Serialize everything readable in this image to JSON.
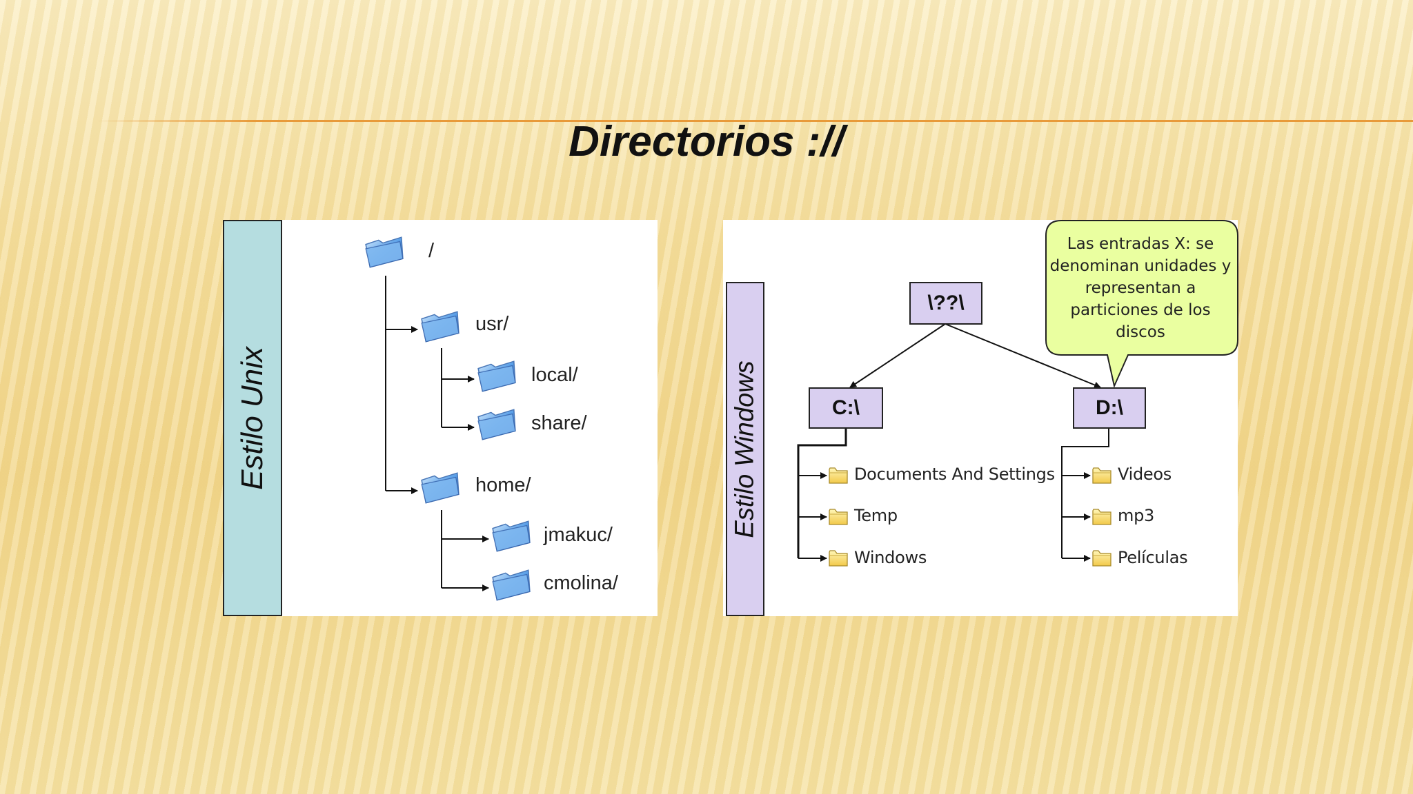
{
  "slide": {
    "title": "Directorios ://"
  },
  "unix": {
    "label": "Estilo Unix",
    "tree": [
      {
        "name": "/"
      },
      {
        "name": "usr/"
      },
      {
        "name": "local/"
      },
      {
        "name": "share/"
      },
      {
        "name": "home/"
      },
      {
        "name": "jmakuc/"
      },
      {
        "name": "cmolina/"
      }
    ]
  },
  "windows": {
    "label": "Estilo Windows",
    "root": "\\??\\",
    "drive_c": "C:\\",
    "drive_d": "D:\\",
    "callout": "Las entradas X: se denominan unidades y representan a particiones de los discos",
    "c_folders": [
      "Documents And Settings",
      "Temp",
      "Windows"
    ],
    "d_folders": [
      "Videos",
      "mp3",
      "Películas"
    ]
  },
  "colors": {
    "unix_label_bg": "#b5dde0",
    "windows_label_bg": "#d9cff0",
    "callout_bg": "#eaffa0",
    "accent_line": "#e89a3a"
  }
}
